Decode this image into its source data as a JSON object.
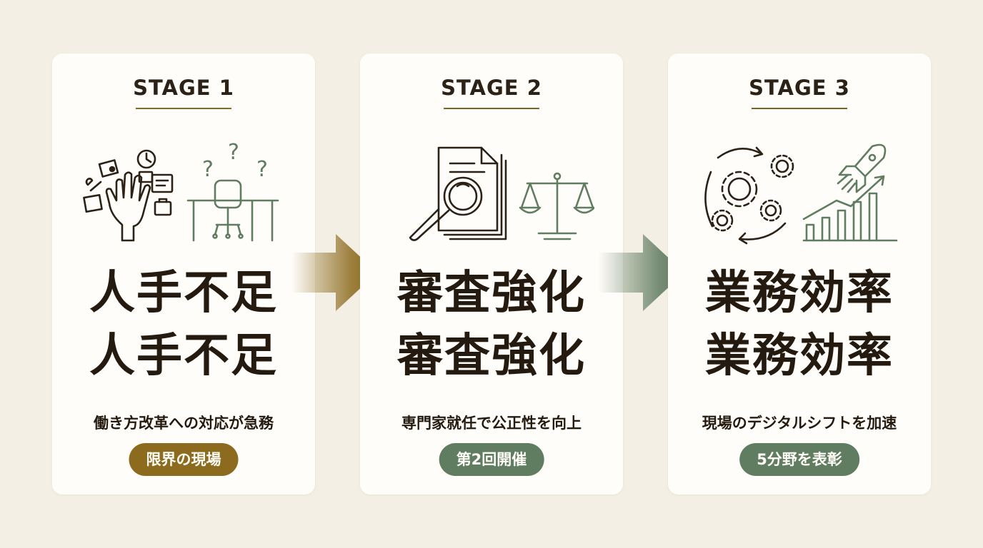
{
  "stages": [
    {
      "label": "STAGE 1",
      "title_lines": [
        "人手不足",
        "人手不足"
      ],
      "description": "働き方改革への対応が急務",
      "tag": "限界の現場",
      "tag_color": "#8c6b1e"
    },
    {
      "label": "STAGE 2",
      "title_lines": [
        "審査強化",
        "審査強化"
      ],
      "description": "専門家就任で公正性を向上",
      "tag": "第2回開催",
      "tag_color": "#607c61"
    },
    {
      "label": "STAGE 3",
      "title_lines": [
        "業務効率",
        "業務効率"
      ],
      "description": "現場のデジタルシフトを加速",
      "tag": "5分野を表彰",
      "tag_color": "#607c61"
    }
  ],
  "colors": {
    "background": "#f4efe4",
    "card": "#fffdf9",
    "gold": "#8c6b1e",
    "green": "#607c61",
    "ink": "#241a10"
  },
  "icons": {
    "stage1": [
      "overwhelmed-hand-icon",
      "empty-desk-icon"
    ],
    "stage2": [
      "document-magnifier-icon",
      "balance-scale-icon"
    ],
    "stage3": [
      "gears-cycle-icon",
      "rocket-growth-chart-icon"
    ]
  }
}
